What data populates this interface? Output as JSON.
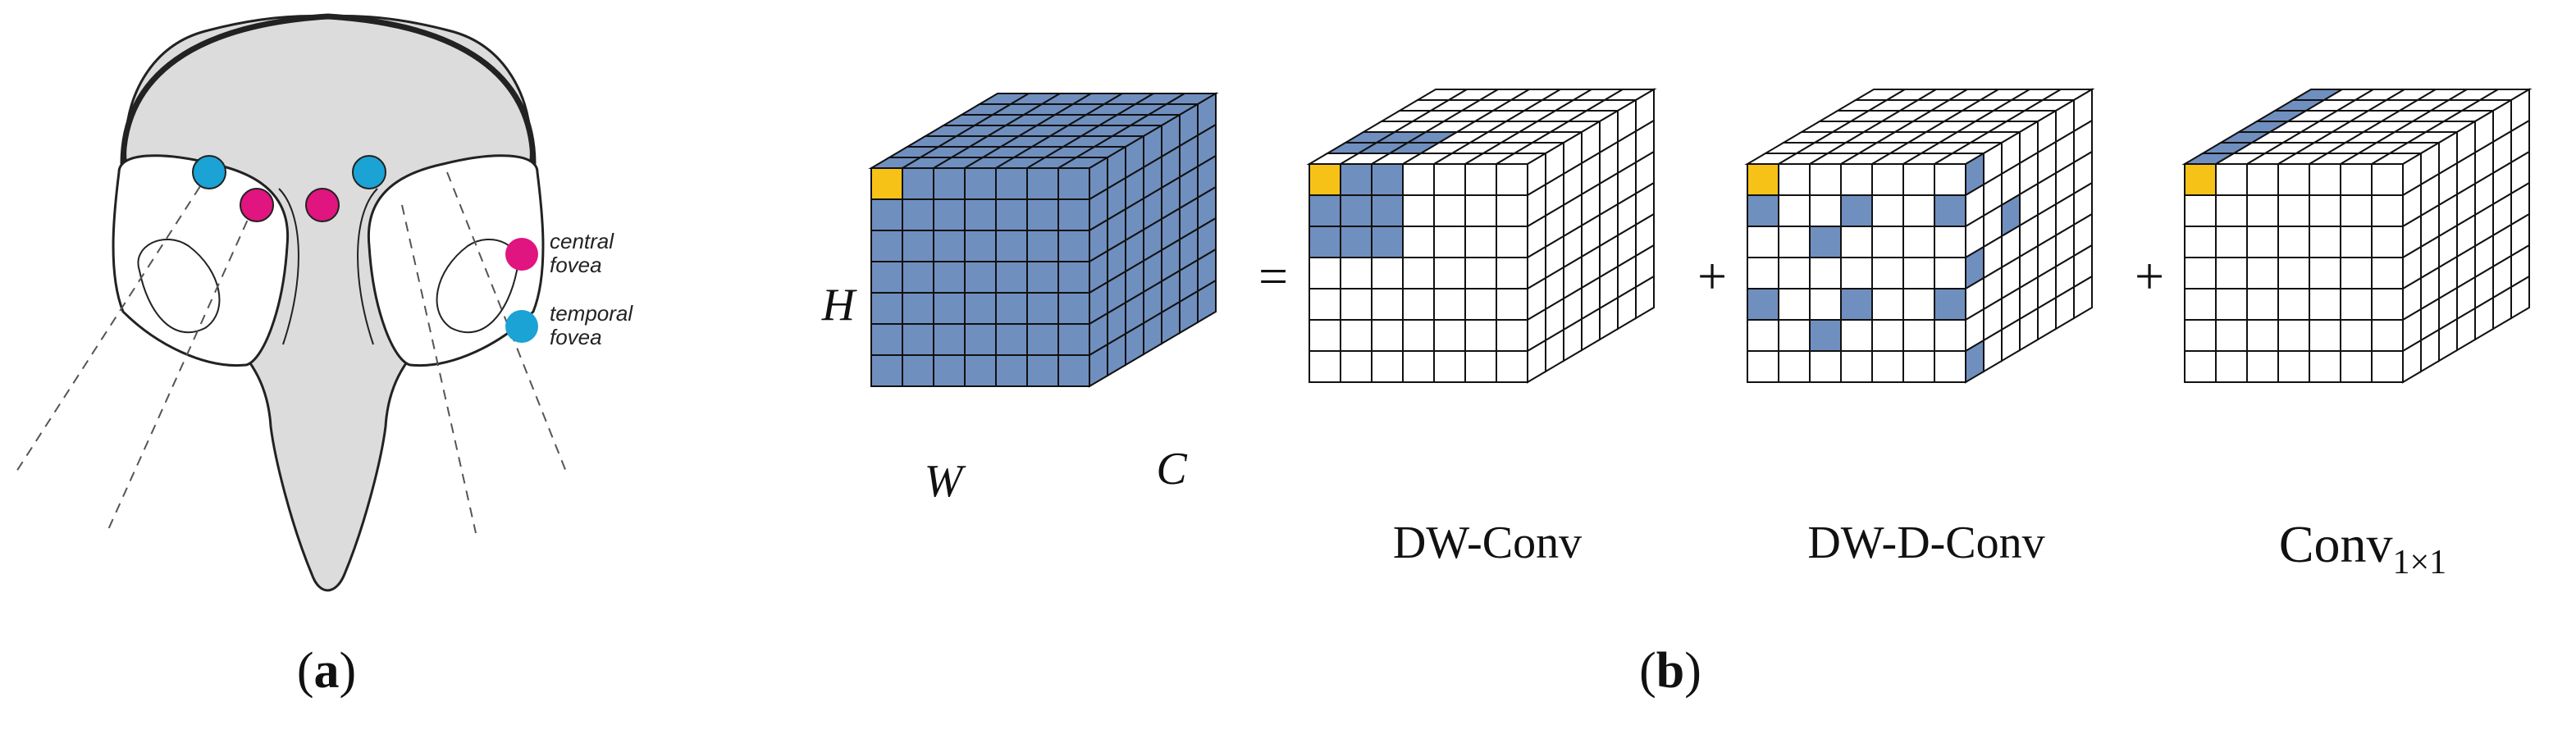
{
  "panel_a": {
    "label_open": "(",
    "label_letter": "a",
    "label_close": ")",
    "legend": [
      {
        "line1": "central",
        "line2": "fovea",
        "color": "#e0157f"
      },
      {
        "line1": "temporal",
        "line2": "fovea",
        "color": "#1aa3d4"
      }
    ]
  },
  "panel_b": {
    "label_open": "(",
    "label_letter": "b",
    "label_close": ")",
    "axis_labels": {
      "height": "H",
      "width": "W",
      "channels": "C"
    },
    "operators": {
      "equals": "=",
      "plus1": "+",
      "plus2": "+"
    },
    "cubes": [
      {
        "caption": ""
      },
      {
        "caption": "DW-Conv"
      },
      {
        "caption": "DW-D-Conv"
      },
      {
        "caption": "Conv",
        "caption_sub": "1×1"
      }
    ]
  },
  "colors": {
    "blue": "#6f8fbf",
    "yellow": "#f7c218",
    "head_fill": "#dcdcdc",
    "central_fovea": "#e0157f",
    "temporal_fovea": "#1aa3d4"
  }
}
